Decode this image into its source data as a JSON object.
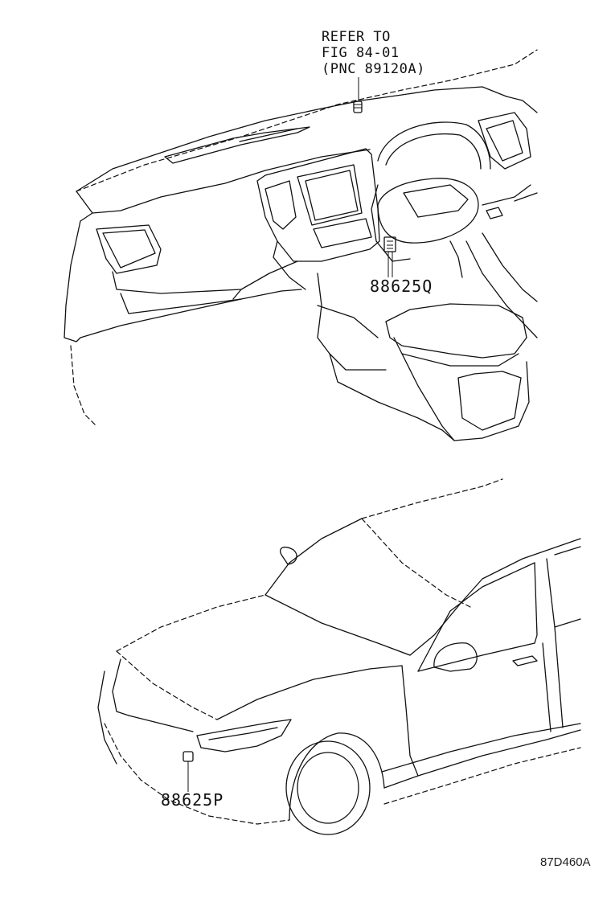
{
  "diagram": {
    "reference_note": {
      "line1": "REFER TO",
      "line2": "FIG 84-01",
      "line3": "(PNC 89120A)"
    },
    "parts": {
      "upper_part_number": "88625Q",
      "lower_part_number": "88625P"
    },
    "figure_code": "87D460A"
  }
}
